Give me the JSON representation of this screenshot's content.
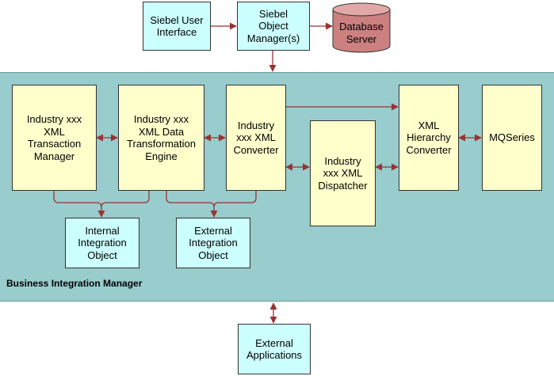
{
  "diagram": {
    "region_label": "Business Integration Manager",
    "nodes": {
      "siebel_ui": "Siebel User\nInterface",
      "object_manager": "Siebel\nObject\nManager(s)",
      "database": "Database\nServer",
      "transaction_manager": "Industry xxx\nXML\nTransaction\nManager",
      "data_transformation": "Industry xxx\nXML Data\nTransformation\nEngine",
      "xml_converter": "Industry\nxxx XML\nConverter",
      "dispatcher": "Industry\nxxx XML\nDispatcher",
      "hierarchy_converter": "XML\nHierarchy\nConverter",
      "mqseries": "MQSeries",
      "internal_io": "Internal\nIntegration\nObject",
      "external_io": "External\nIntegration\nObject",
      "external_apps": "External\nApplications"
    },
    "colors": {
      "region": "#99cccc",
      "cyan_box": "#ccffff",
      "yellow_box": "#ffffcc",
      "database": "#cc8080",
      "arrow": "#993333"
    }
  }
}
